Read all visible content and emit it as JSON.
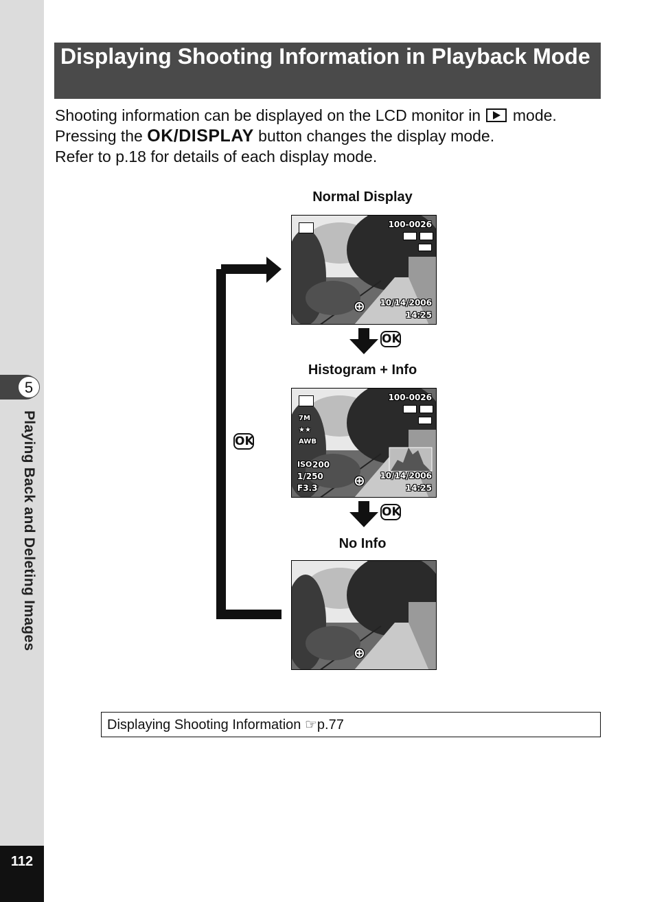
{
  "title": "Displaying Shooting Information in Playback Mode",
  "intro": {
    "line1_a": "Shooting information can be displayed on the LCD monitor in",
    "line1_b": "mode.",
    "line2_a": "Pressing the",
    "line2_btn": "OK/DISPLAY",
    "line2_b": "button changes the display mode.",
    "line3": "Refer to p.18 for details of each display mode."
  },
  "modes": [
    {
      "label": "Normal Display",
      "file": "100-0026",
      "date": "10/14/2006",
      "time": "14:25"
    },
    {
      "label": "Histogram + Info",
      "file": "100-0026",
      "date": "10/14/2006",
      "time": "14:25",
      "resolution": "7M",
      "quality": "★★",
      "wb": "AWB",
      "iso_label": "ISO",
      "iso": "200",
      "shutter": "1/250",
      "aperture": "F3.3"
    },
    {
      "label": "No Info"
    }
  ],
  "ok_symbol": "OK",
  "reference": {
    "text": "Displaying Shooting Information",
    "pointer": "☞",
    "page": "p.77"
  },
  "sidebar": {
    "chapter_number": "5",
    "chapter_title": "Playing Back and Deleting Images",
    "page_number": "112"
  }
}
